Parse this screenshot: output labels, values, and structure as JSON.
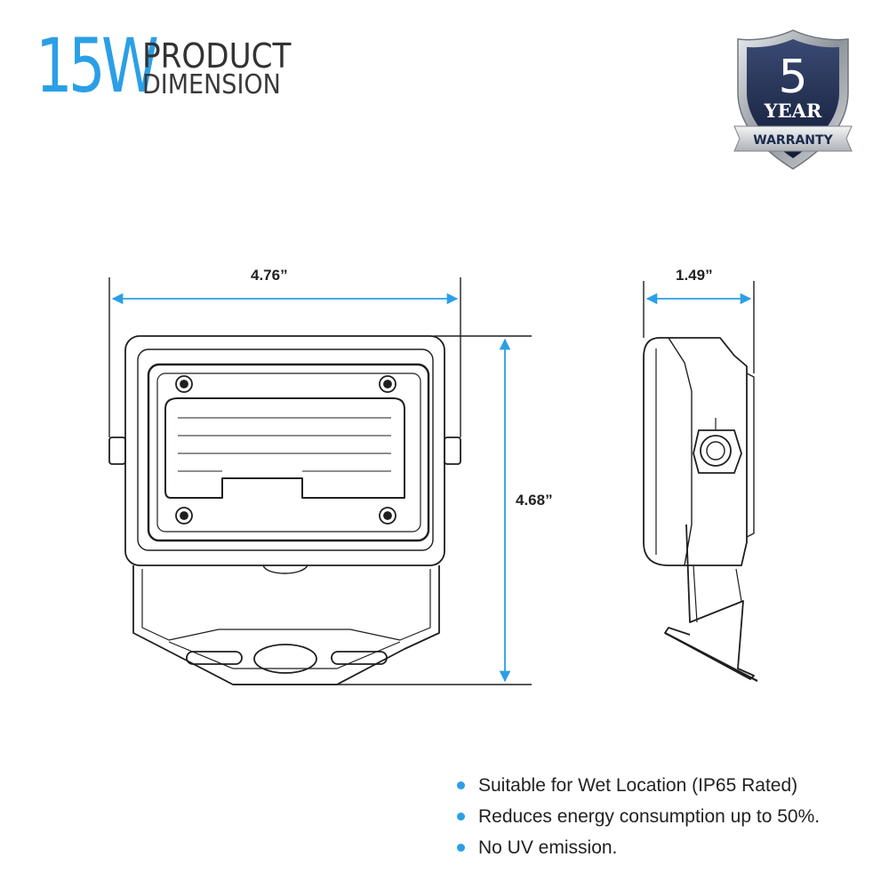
{
  "header": {
    "wattage": "15W",
    "title_line1": "PRODUCT",
    "title_line2": "DIMENSION"
  },
  "badge": {
    "number": "5",
    "year": "YEAR",
    "warranty": "WARRANTY",
    "icon": "shield-icon"
  },
  "dimensions": {
    "width": "4.76”",
    "height": "4.68”",
    "depth": "1.49”"
  },
  "features": [
    "Suitable for Wet Location (IP65 Rated)",
    "Reduces energy consumption up to 50%.",
    "No UV emission."
  ],
  "colors": {
    "accent": "#2b9fe6",
    "line": "#1f1f1f",
    "bullet": "#2b9fe6",
    "badge_dark": "#1c2a4f"
  }
}
